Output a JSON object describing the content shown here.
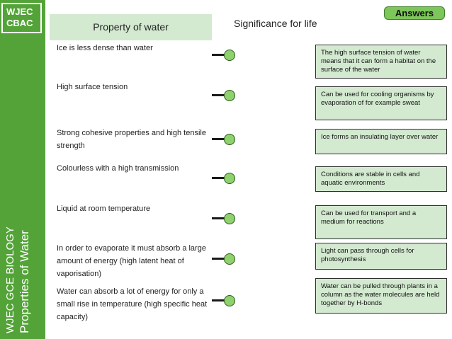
{
  "logo": {
    "line1": "WJEC",
    "line2": "CBAC"
  },
  "sidebar": {
    "line1": "WJEC GCE BIOLOGY",
    "line2": "Properties of Water"
  },
  "headers": {
    "property": "Property of water",
    "significance": "Significance for life"
  },
  "answers_button": "Answers",
  "properties": [
    "Ice is less dense than water",
    "High surface tension",
    "Strong cohesive properties and high tensile strength",
    "Colourless with a high transmission",
    "Liquid at room temperature",
    "In order to evaporate it must absorb a large amount of energy (high latent heat of vaporisation)",
    "Water can absorb a lot of energy for only a small rise in temperature (high specific heat capacity)"
  ],
  "significances": [
    "The high surface tension of water means that it can form a habitat on the surface of the water",
    "Can be used for cooling organisms by evaporation of for example sweat",
    "Ice forms an insulating layer over water",
    "Conditions are stable in cells and aquatic environments",
    "Can be used for transport and a medium for reactions",
    "Light can pass through cells for photosynthesis",
    "Water can be pulled through plants in a column as the water molecules are held together by H-bonds"
  ],
  "colors": {
    "brand_green": "#53a338",
    "card_fill": "#d3ead0",
    "connector_dot": "#8fd16c",
    "answers_button": "#7cc65a"
  },
  "icons": {
    "connector": "circle-connector-icon"
  }
}
